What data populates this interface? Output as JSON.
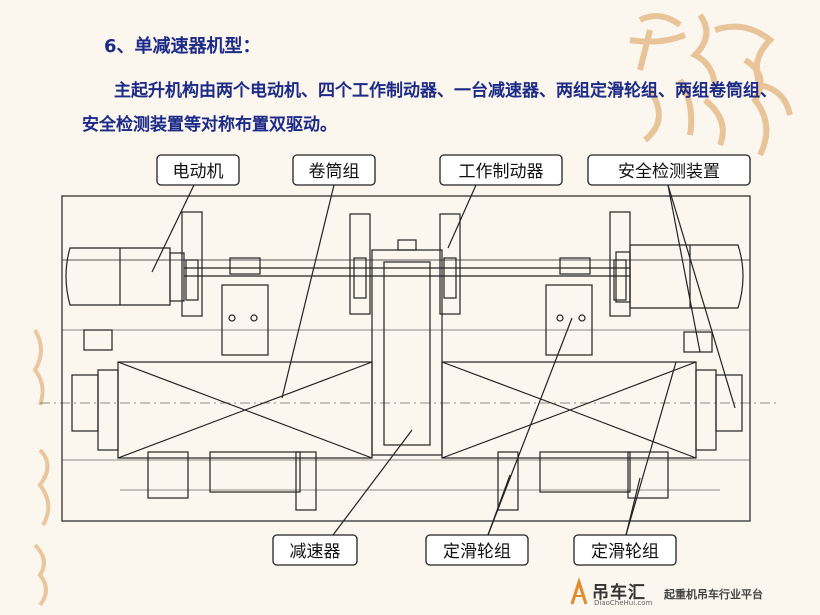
{
  "heading": "6、单减速器机型：",
  "paragraph": "主起升机构由两个电动机、四个工作制动器、一台减速器、两组定滑轮组、两组卷筒组、安全检测装置等对称布置双驱动。",
  "labels": {
    "motor": "电动机",
    "drum_group": "卷筒组",
    "brake": "工作制动器",
    "safety_device": "安全检测装置",
    "reducer": "减速器",
    "pulley_group_left": "定滑轮组",
    "pulley_group_right": "定滑轮组"
  },
  "brand": {
    "name": "吊车汇",
    "url": "DiaoCheHui.com",
    "slogan": "起重机吊车行业平台"
  },
  "colors": {
    "title_text": "#1c2a88",
    "line": "#222222",
    "background": "#fbf6ee",
    "seal": "#d9a773"
  }
}
